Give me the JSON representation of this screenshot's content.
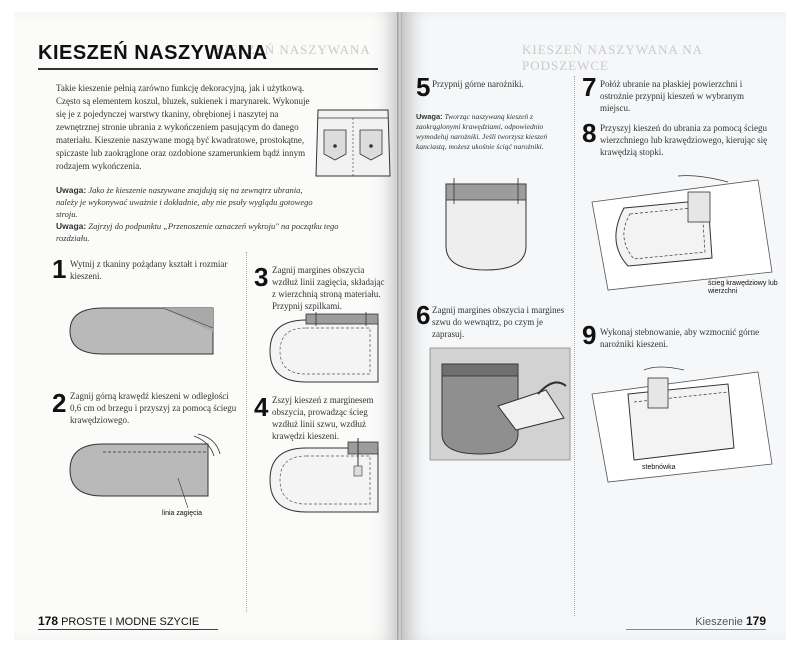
{
  "left_page": {
    "title": "KIESZEŃ NASZYWANA",
    "ghost_header": "KIESZEŃ NASZYWANA",
    "intro": "Takie kieszenie pełnią zarówno funkcję dekoracyjną, jak i użytkową. Często są elementem koszul, bluzek, sukienek i marynarek. Wykonuje się je z pojedynczej warstwy tkaniny, obrębionej i naszytej na zewnętrznej stronie ubrania z wykończeniem pasującym do danego materiału. Kieszenie naszywane mogą być kwadratowe, prostokątne, spiczaste lub zaokrąglone oraz ozdobione szamerunkiem bądź innym rodzajem wykończenia.",
    "note1_label": "Uwaga:",
    "note1_text": "Jako że kieszenie naszywane znajdują się na zewnątrz ubrania, należy je wykonywać uważnie i dokładnie, aby nie psuły wyglądu gotowego stroju.",
    "note2_label": "Uwaga:",
    "note2_text": "Zajrzyj do podpunktu „Przenoszenie oznaczeń wykroju\" na początku tego rozdziału.",
    "steps": [
      {
        "num": "1",
        "text": "Wytnij z tkaniny pożądany kształt i rozmiar kieszeni."
      },
      {
        "num": "2",
        "text": "Zagnij górną krawędź kieszeni w odległości 0,6 cm od brzegu i przyszyj za pomocą ściegu krawędziowego."
      },
      {
        "num": "3",
        "text": "Zagnij margines obszycia wzdłuż linii zagięcia, składając z wierzchnią stroną materiału. Przypnij szpilkami."
      },
      {
        "num": "4",
        "text": "Zszyj kieszeń z marginesem obszycia, prowadząc ścieg wzdłuż linii szwu, wzdłuż krawędzi kieszeni."
      }
    ],
    "fold_label": "linia zagięcia",
    "footer_page": "178",
    "footer_title": "PROSTE I MODNE SZYCIE"
  },
  "right_page": {
    "ghost_header": "KIESZEŃ NASZYWANA NA PODSZEWCE",
    "steps": [
      {
        "num": "5",
        "text": "Przypnij górne narożniki."
      },
      {
        "num": "6",
        "text": "Zagnij margines obszycia i margines szwu do wewnątrz, po czym je zaprasuj."
      },
      {
        "num": "7",
        "text": "Połóż ubranie na płaskiej powierzchni i ostrożnie przypnij kieszeń w wybranym miejscu."
      },
      {
        "num": "8",
        "text": "Przyszyj kieszeń do ubrania za pomocą ściegu wierzchniego lub krawędziowego, kierując się krawędzią stopki."
      },
      {
        "num": "9",
        "text": "Wykonaj stebnowanie, aby wzmocnić górne narożniki kieszeni."
      }
    ],
    "note_label": "Uwaga:",
    "note_text": "Tworząc naszywaną kieszeń z zaokrąglonymi krawędziami, odpowiednio wymodeluj narożniki. Jeśli tworzysz kieszeń kanciastą, możesz ukośnie ściąć narożniki.",
    "label_edge_stitch": "ścieg krawędziowy lub wierzchni",
    "label_topstitch": "stebnówka",
    "footer_title": "Kieszenie",
    "footer_page": "179"
  },
  "colors": {
    "fabric": "#b9b9b9",
    "fabric_dark": "#8d8d8d",
    "ink": "#222222"
  }
}
